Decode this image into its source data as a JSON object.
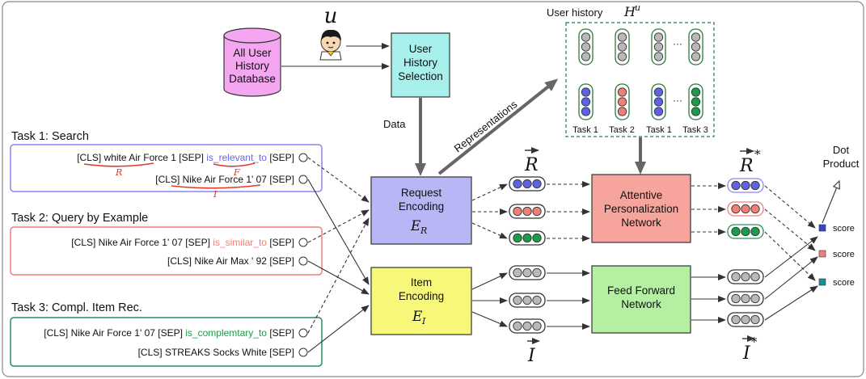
{
  "user_symbol": "u",
  "database": [
    "All User",
    "History",
    "Database"
  ],
  "selection": [
    "User",
    "History",
    "Selection"
  ],
  "history_title": "User history",
  "history_symbol": "H",
  "history_superscript": "u",
  "history_dots": "···",
  "history_tasks": [
    "Task 1",
    "Task 2",
    "Task 1",
    "Task 3"
  ],
  "data_label": "Data",
  "representations_label": "Representations",
  "task1": {
    "title": "Task 1: Search",
    "row1_pre": "[CLS] ",
    "row1_q": "white Air Force",
    "row1_mid": " 1 [SEP] ",
    "row1_rel": "is_relevant_to",
    "row1_post": " [SEP]",
    "row2_pre": "[CLS] ",
    "row2_item": "Nike Air Force",
    "row2_post": " 1' 07 [SEP]",
    "sym_r": "R",
    "sym_f": "F",
    "sym_i": "I"
  },
  "task2": {
    "title": "Task 2: Query by Example",
    "row1_pre": "[CLS] Nike Air Force 1' 07 [SEP] ",
    "row1_rel": "is_similar_to",
    "row1_post": " [SEP]",
    "row2": "[CLS] Nike Air Max ' 92 [SEP]"
  },
  "task3": {
    "title": "Task 3: Compl. Item Rec.",
    "row1_pre": "[CLS] Nike Air Force 1' 07 [SEP] ",
    "row1_rel": "is_complemtary_to",
    "row1_post": " [SEP]",
    "row2": "[CLS] STREAKS Socks White [SEP]"
  },
  "request_encoding": [
    "Request",
    "Encoding"
  ],
  "request_symbol": "E",
  "request_sub": "R",
  "item_encoding": [
    "Item",
    "Encoding"
  ],
  "item_symbol": "E",
  "item_sub": "I",
  "r_vec": "R",
  "i_vec": "I",
  "r_star": "R",
  "i_star": "I",
  "star": "*",
  "apn": [
    "Attentive",
    "Personalization",
    "Network"
  ],
  "ffn": [
    "Feed Forward",
    "Network"
  ],
  "dot_product": [
    "Dot",
    "Product"
  ],
  "scores": [
    "score",
    "score",
    "score"
  ],
  "colors": {
    "database": "#f4a6f0",
    "selection": "#a8f0ec",
    "request": "#b9b6f5",
    "item": "#f7f77a",
    "apn": "#f7a49c",
    "ffn": "#b4f0a2",
    "task1_border": "#8a86f0",
    "task2_border": "#f07f77",
    "task3_border": "#25915a",
    "blue": "#5d63e4",
    "red": "#f07f77",
    "green": "#1c9b4b",
    "grey": "#b9b9b9",
    "underline": "#e33a2a"
  }
}
